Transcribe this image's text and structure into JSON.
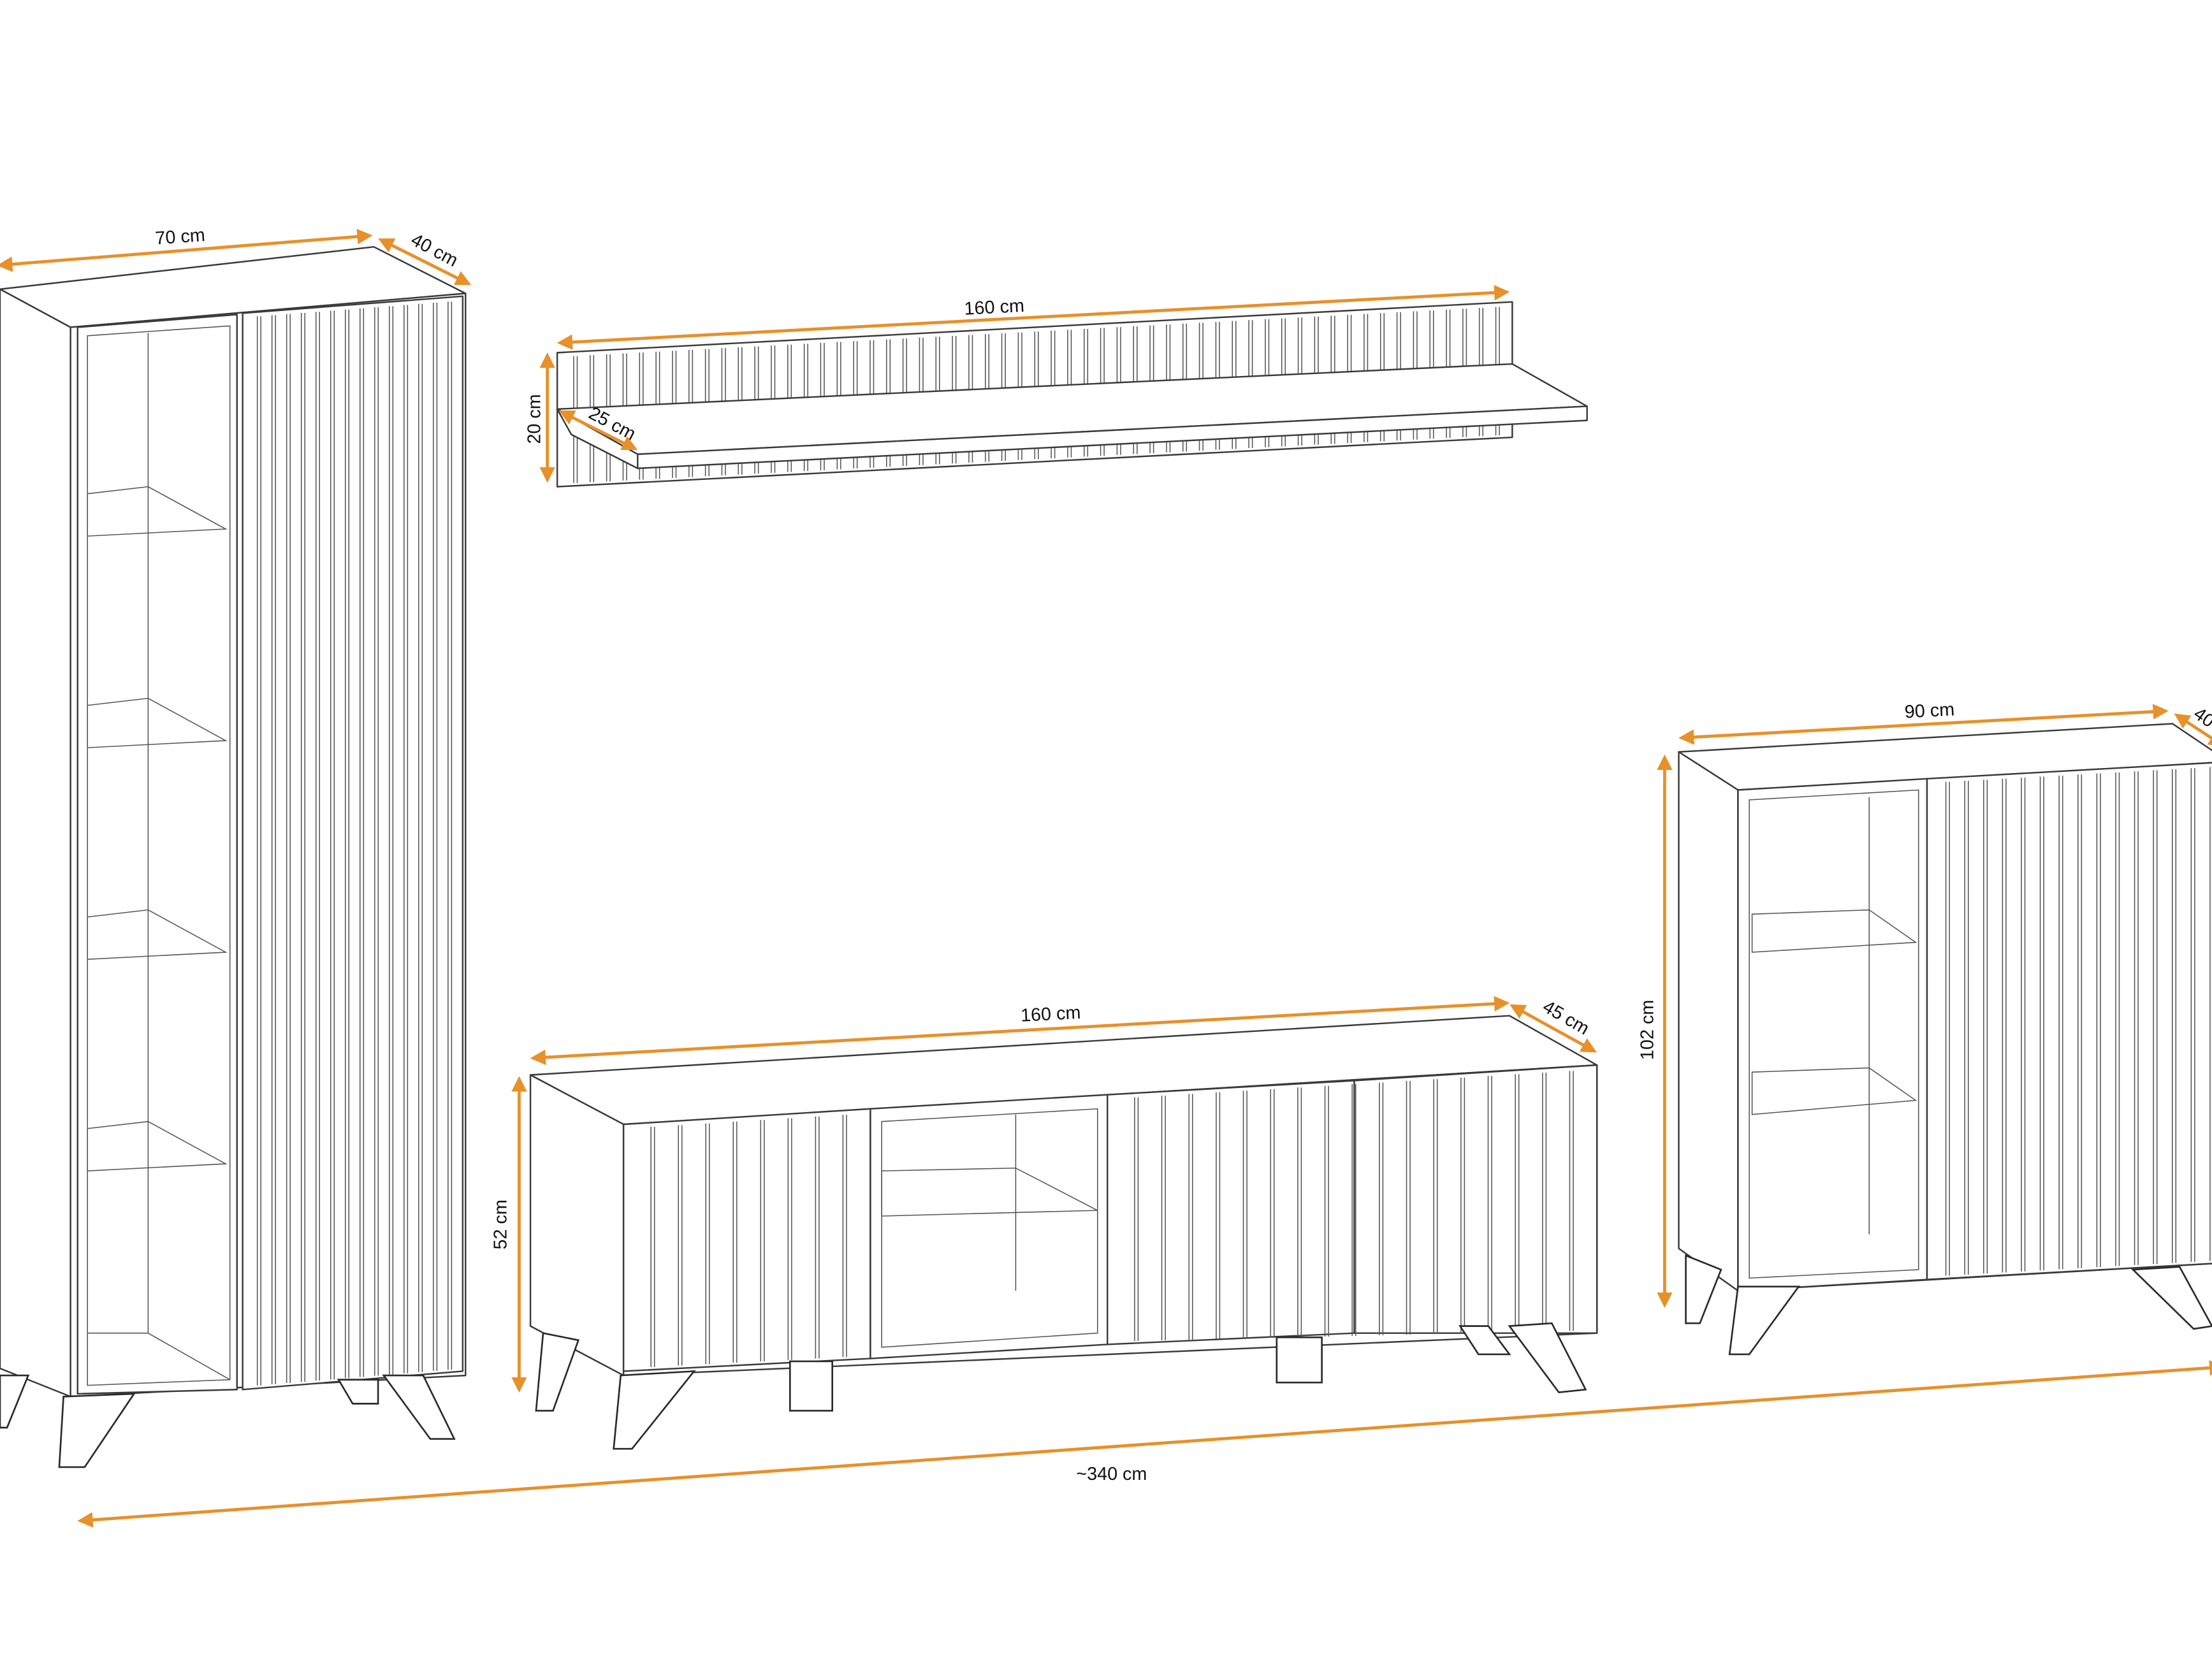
{
  "colors": {
    "dimension": "#E8902A",
    "line": "#3a3a3a"
  },
  "tall_cabinet": {
    "width_label": "70 cm",
    "depth_label": "40 cm"
  },
  "wall_shelf": {
    "width_label": "160 cm",
    "height_label": "20 cm",
    "depth_label": "25 cm"
  },
  "tv_unit": {
    "width_label": "160 cm",
    "depth_label": "45 cm",
    "height_label": "52 cm"
  },
  "sideboard": {
    "width_label": "90 cm",
    "depth_label": "40",
    "height_label": "102 cm"
  },
  "total": {
    "width_label": "~340 cm"
  }
}
